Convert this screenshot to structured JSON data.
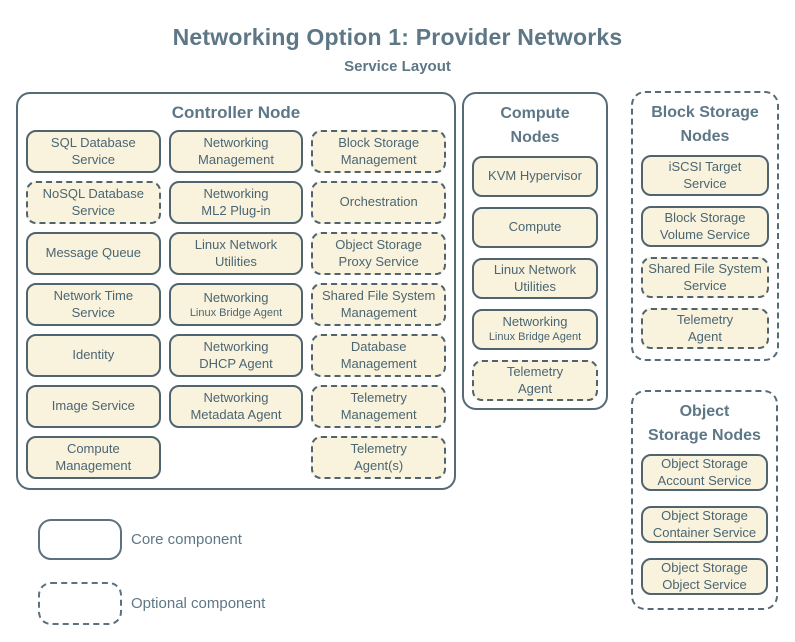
{
  "title": "Networking Option 1: Provider Networks",
  "subtitle": "Service Layout",
  "colors": {
    "box_fill": "#f9f2dc",
    "box_border": "#4f646f",
    "group_border": "#566b76",
    "heading_text": "#5d7787",
    "box_text": "#4a6673"
  },
  "groups": [
    {
      "id": "controller",
      "title": "Controller Node",
      "border": "solid",
      "items": [
        {
          "label": "SQL Database\nService",
          "style": "solid"
        },
        {
          "label": "Networking\nManagement",
          "style": "solid"
        },
        {
          "label": "Block Storage\nManagement",
          "style": "dashed"
        },
        {
          "label": "NoSQL Database\nService",
          "style": "dashed"
        },
        {
          "label": "Networking\nML2 Plug-in",
          "style": "solid"
        },
        {
          "label": "Orchestration",
          "style": "dashed"
        },
        {
          "label": "Message Queue",
          "style": "solid"
        },
        {
          "label": "Linux Network\nUtilities",
          "style": "solid"
        },
        {
          "label": "Object Storage\nProxy Service",
          "style": "dashed"
        },
        {
          "label": "Network Time\nService",
          "style": "solid"
        },
        {
          "label": "Networking",
          "sub": "Linux Bridge Agent",
          "style": "solid"
        },
        {
          "label": "Shared File System\nManagement",
          "style": "dashed"
        },
        {
          "label": "Identity",
          "style": "solid"
        },
        {
          "label": "Networking\nDHCP Agent",
          "style": "solid"
        },
        {
          "label": "Database\nManagement",
          "style": "dashed"
        },
        {
          "label": "Image Service",
          "style": "solid"
        },
        {
          "label": "Networking\nMetadata Agent",
          "style": "solid"
        },
        {
          "label": "Telemetry\nManagement",
          "style": "dashed"
        },
        {
          "label": "Compute\nManagement",
          "style": "solid"
        },
        {
          "empty": true
        },
        {
          "label": "Telemetry\nAgent(s)",
          "style": "dashed"
        }
      ]
    },
    {
      "id": "compute",
      "title": "Compute\nNodes",
      "border": "solid",
      "items": [
        {
          "label": "KVM Hypervisor",
          "style": "solid"
        },
        {
          "label": "Compute",
          "style": "solid"
        },
        {
          "label": "Linux Network\nUtilities",
          "style": "solid"
        },
        {
          "label": "Networking",
          "sub": "Linux Bridge Agent",
          "style": "solid"
        },
        {
          "label": "Telemetry\nAgent",
          "style": "dashed"
        }
      ]
    },
    {
      "id": "block-storage",
      "title": "Block Storage\nNodes",
      "border": "dashed",
      "items": [
        {
          "label": "iSCSI Target\nService",
          "style": "solid"
        },
        {
          "label": "Block Storage\nVolume Service",
          "style": "solid"
        },
        {
          "label": "Shared File System\nService",
          "style": "dashed"
        },
        {
          "label": "Telemetry\nAgent",
          "style": "dashed"
        }
      ]
    },
    {
      "id": "object-storage",
      "title": "Object\nStorage Nodes",
      "border": "dashed",
      "items": [
        {
          "label": "Object Storage\nAccount Service",
          "style": "solid"
        },
        {
          "label": "Object Storage\nContainer Service",
          "style": "solid"
        },
        {
          "label": "Object Storage\nObject Service",
          "style": "solid"
        }
      ]
    }
  ],
  "legend": [
    {
      "style": "solid",
      "label": "Core component"
    },
    {
      "style": "dashed",
      "label": "Optional component"
    }
  ]
}
